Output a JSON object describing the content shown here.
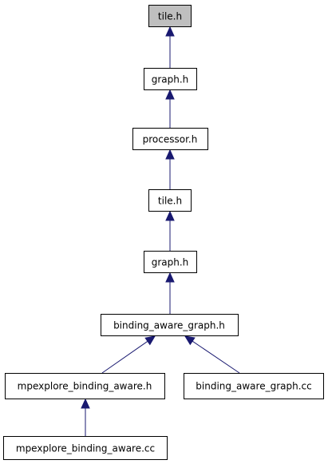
{
  "diagram": {
    "nodes": {
      "tile_h_top": {
        "label": "tile.h",
        "highlighted": true
      },
      "graph_h_1": {
        "label": "graph.h"
      },
      "processor_h": {
        "label": "processor.h"
      },
      "tile_h": {
        "label": "tile.h"
      },
      "graph_h_2": {
        "label": "graph.h"
      },
      "binding_aware_graph_h": {
        "label": "binding_aware_graph.h"
      },
      "mpexplore_binding_aware_h": {
        "label": "mpexplore_binding_aware.h"
      },
      "binding_aware_graph_cc": {
        "label": "binding_aware_graph.cc"
      },
      "mpexplore_binding_aware_cc": {
        "label": "mpexplore_binding_aware.cc"
      }
    },
    "edges": [
      {
        "from": "graph_h_1",
        "to": "tile_h_top"
      },
      {
        "from": "processor_h",
        "to": "graph_h_1"
      },
      {
        "from": "tile_h",
        "to": "processor_h"
      },
      {
        "from": "graph_h_2",
        "to": "tile_h"
      },
      {
        "from": "binding_aware_graph_h",
        "to": "graph_h_2"
      },
      {
        "from": "mpexplore_binding_aware_h",
        "to": "binding_aware_graph_h"
      },
      {
        "from": "binding_aware_graph_cc",
        "to": "binding_aware_graph_h"
      },
      {
        "from": "mpexplore_binding_aware_cc",
        "to": "mpexplore_binding_aware_h"
      }
    ],
    "colors": {
      "edge": "#191970",
      "highlight_fill": "#bfbfbf",
      "node_border": "#000000"
    }
  }
}
